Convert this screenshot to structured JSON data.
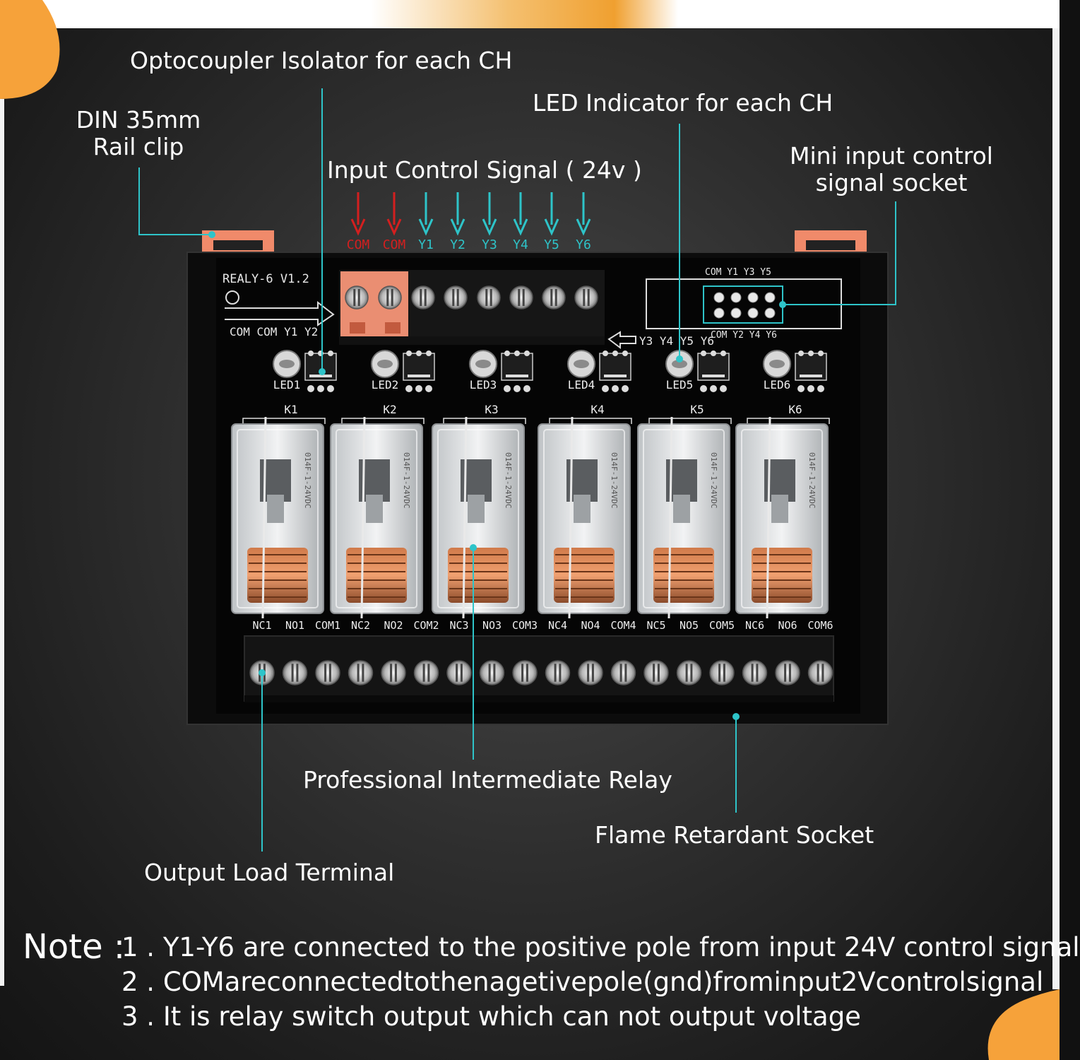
{
  "callouts": {
    "optocoupler": "Optocoupler Isolator for each CH",
    "din_line1": "DIN 35mm",
    "din_line2": "Rail clip",
    "led_indicator": "LED Indicator for each CH",
    "input_signal": "Input Control Signal ( 24v )",
    "mini_line1": "Mini input control",
    "mini_line2": "signal socket",
    "relay": "Professional Intermediate Relay",
    "flame": "Flame Retardant Socket",
    "output": "Output Load Terminal"
  },
  "input_terminals": [
    "COM",
    "COM",
    "Y1",
    "Y2",
    "Y3",
    "Y4",
    "Y5",
    "Y6"
  ],
  "board": {
    "model": "REALY-6  V1.2",
    "left_pins": "COM COM Y1  Y2",
    "right_pins": "Y3 Y4 Y5 Y6",
    "mini_top": "COM Y1 Y3  Y5",
    "mini_bottom": "COM Y2 Y4  Y6",
    "leds": [
      "LED1",
      "LED2",
      "LED3",
      "LED4",
      "LED5",
      "LED6"
    ],
    "relays": [
      "K1",
      "K2",
      "K3",
      "K4",
      "K5",
      "K6"
    ],
    "relay_text": "014F-1-24VDC",
    "output_terminals": [
      "NC1",
      "NO1",
      "COM1",
      "NC2",
      "NO2",
      "COM2",
      "NC3",
      "NO3",
      "COM3",
      "NC4",
      "NO4",
      "COM4",
      "NC5",
      "NO5",
      "COM5",
      "NC6",
      "NO6",
      "COM6"
    ]
  },
  "note": {
    "title": "Note :",
    "line1": "1 . Y1-Y6 are connected to the positive pole from input 24V control signal",
    "line2": "2 . COMareconnectedtothenagetivepole(gnd)frominput2Vcontrolsignal",
    "line3": "3 . It is relay switch output which can not output voltage"
  },
  "colors": {
    "accent_line": "#2ec4c9",
    "com_arrow": "#d41f1f",
    "signal_arrow": "#2ec4c9",
    "clip": "#f08a6a",
    "orange_corner": "#f6a23a",
    "terminal_orange": "#ea8e72"
  }
}
